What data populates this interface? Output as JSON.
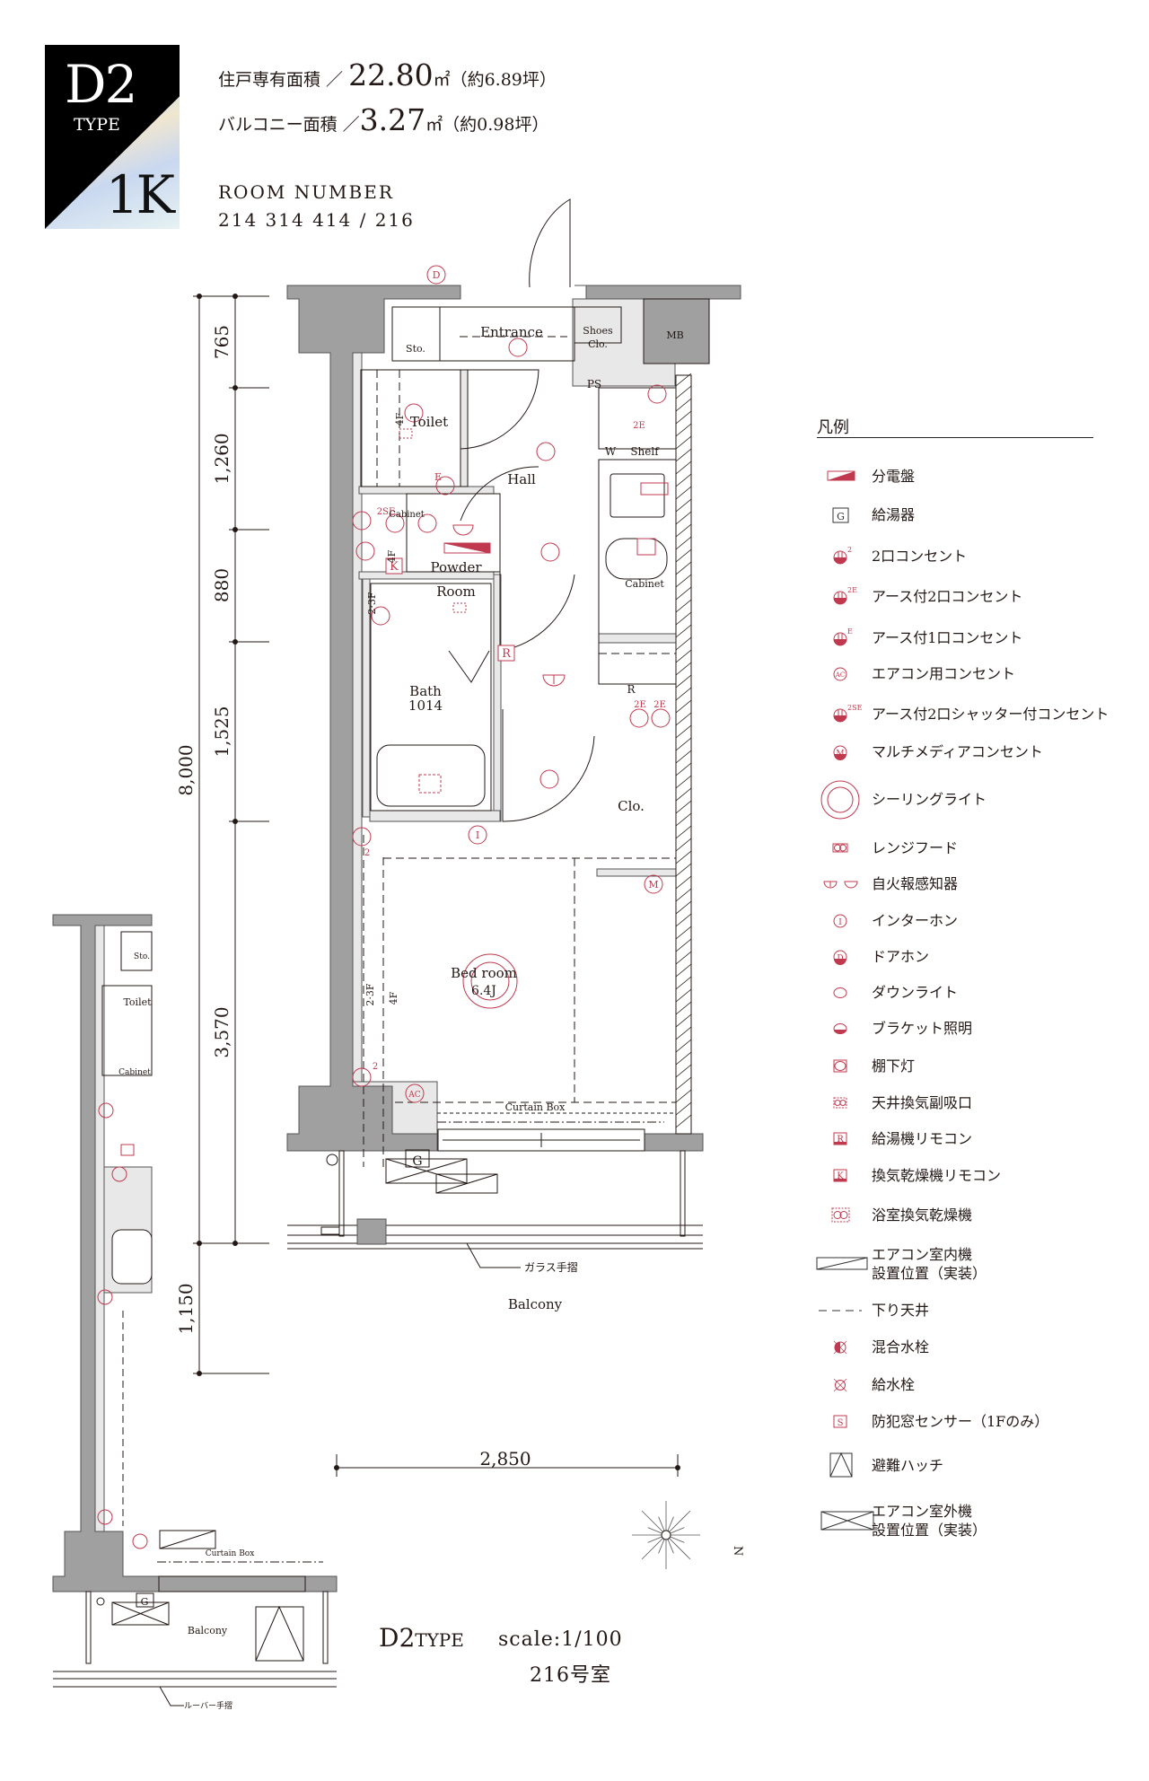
{
  "badge": {
    "type_code": "D2",
    "type_word": "TYPE",
    "layout": "1K"
  },
  "areas": {
    "private_label": "住戸専有面積 ／ ",
    "private_value": "22.80",
    "private_unit": "㎡（約6.89坪）",
    "balcony_label": "バルコニー面積 ／",
    "balcony_value": "3.27",
    "balcony_unit": "㎡（約0.98坪）"
  },
  "room_number": {
    "label": "ROOM NUMBER",
    "value": "214 314 414 / 216"
  },
  "plan": {
    "rooms": {
      "entrance": "Entrance",
      "sto": "Sto.",
      "shoes1": "Shoes",
      "shoes2": "Clo.",
      "mb": "MB",
      "ps": "PS",
      "toilet": "Toilet",
      "cabinet_toilet": "Cabinet",
      "hall": "Hall",
      "w": "W",
      "shelf": "Shelf",
      "cabinet_kitchen": "Cabinet",
      "powder1": "Powder",
      "powder2": "Room",
      "bath1": "Bath",
      "bath2": "1014",
      "r": "R",
      "clo": "Clo.",
      "bed1": "Bed room",
      "bed2": "6.4J",
      "curtain_box": "Curtain Box",
      "balcony": "Balcony",
      "g": "G",
      "glass_rail": "ガラス手摺"
    },
    "ceiling_marks": {
      "f4a": "4F",
      "f23a": "2·3F",
      "f4b": "4F",
      "f23b": "2·3F",
      "f4c": "4F"
    },
    "symbols": {
      "d": "D",
      "i": "I",
      "m": "M",
      "ac": "AC",
      "r": "R",
      "k": "K",
      "e": "E",
      "s2e": "2SE",
      "e2a": "2E",
      "e2b": "2E",
      "e2c": "2E",
      "two_a": "2",
      "two_b": "2"
    },
    "dimensions": {
      "d765": "765",
      "d1260": "1,260",
      "d880": "880",
      "d1525": "1,525",
      "d3570": "3,570",
      "d8000": "8,000",
      "d1150": "1,150",
      "d2850": "2,850"
    },
    "compass": "N"
  },
  "mini_plan": {
    "sto": "Sto.",
    "toilet": "Toilet",
    "cabinet": "Cabinet",
    "curtain_box": "Curtain Box",
    "balcony": "Balcony",
    "g": "G",
    "louver_rail": "ルーバー手摺"
  },
  "legend": {
    "title": "凡例",
    "items": [
      {
        "icon": "panel",
        "label": "分電盤"
      },
      {
        "icon": "g",
        "label": "給湯器"
      },
      {
        "icon": "outlet",
        "sup": "2",
        "label": "2口コンセント"
      },
      {
        "icon": "outlet",
        "sup": "2E",
        "label": "アース付2口コンセント"
      },
      {
        "icon": "outlet",
        "sup": "E",
        "label": "アース付1口コンセント"
      },
      {
        "icon": "ac",
        "label": "エアコン用コンセント"
      },
      {
        "icon": "outlet",
        "sup": "2SE",
        "label": "アース付2口シャッター付コンセント"
      },
      {
        "icon": "multimedia",
        "label": "マルチメディアコンセント"
      },
      {
        "icon": "ceiling",
        "label": "シーリングライト"
      },
      {
        "icon": "range",
        "label": "レンジフード"
      },
      {
        "icon": "fire",
        "label": "自火報感知器"
      },
      {
        "icon": "intercom",
        "label": "インターホン"
      },
      {
        "icon": "doorphone",
        "label": "ドアホン"
      },
      {
        "icon": "down",
        "label": "ダウンライト"
      },
      {
        "icon": "bracket",
        "label": "ブラケット照明"
      },
      {
        "icon": "shelf",
        "label": "棚下灯"
      },
      {
        "icon": "vent",
        "label": "天井換気副吸口"
      },
      {
        "icon": "rremote",
        "label": "給湯機リモコン"
      },
      {
        "icon": "kremote",
        "label": "換気乾燥機リモコン"
      },
      {
        "icon": "bathvent",
        "label": "浴室換気乾燥機"
      },
      {
        "icon": "acin",
        "label": "エアコン室内機\n設置位置（実装）"
      },
      {
        "icon": "dash",
        "label": "下り天井"
      },
      {
        "icon": "mix",
        "label": "混合水栓"
      },
      {
        "icon": "water",
        "label": "給水栓"
      },
      {
        "icon": "sensor",
        "label": "防犯窓センサー（1Fのみ）"
      },
      {
        "icon": "hatch",
        "label": "避難ハッチ"
      },
      {
        "icon": "acout",
        "label": "エアコン室外機\n設置位置（実装）"
      }
    ]
  },
  "footer": {
    "type": "D2",
    "type_word": "TYPE",
    "scale": "scale:1/100",
    "room": "216号室"
  },
  "colors": {
    "red": "#c0394f",
    "wall": "#a0a0a0",
    "inner": "#e8e8e8",
    "line": "#231815"
  }
}
